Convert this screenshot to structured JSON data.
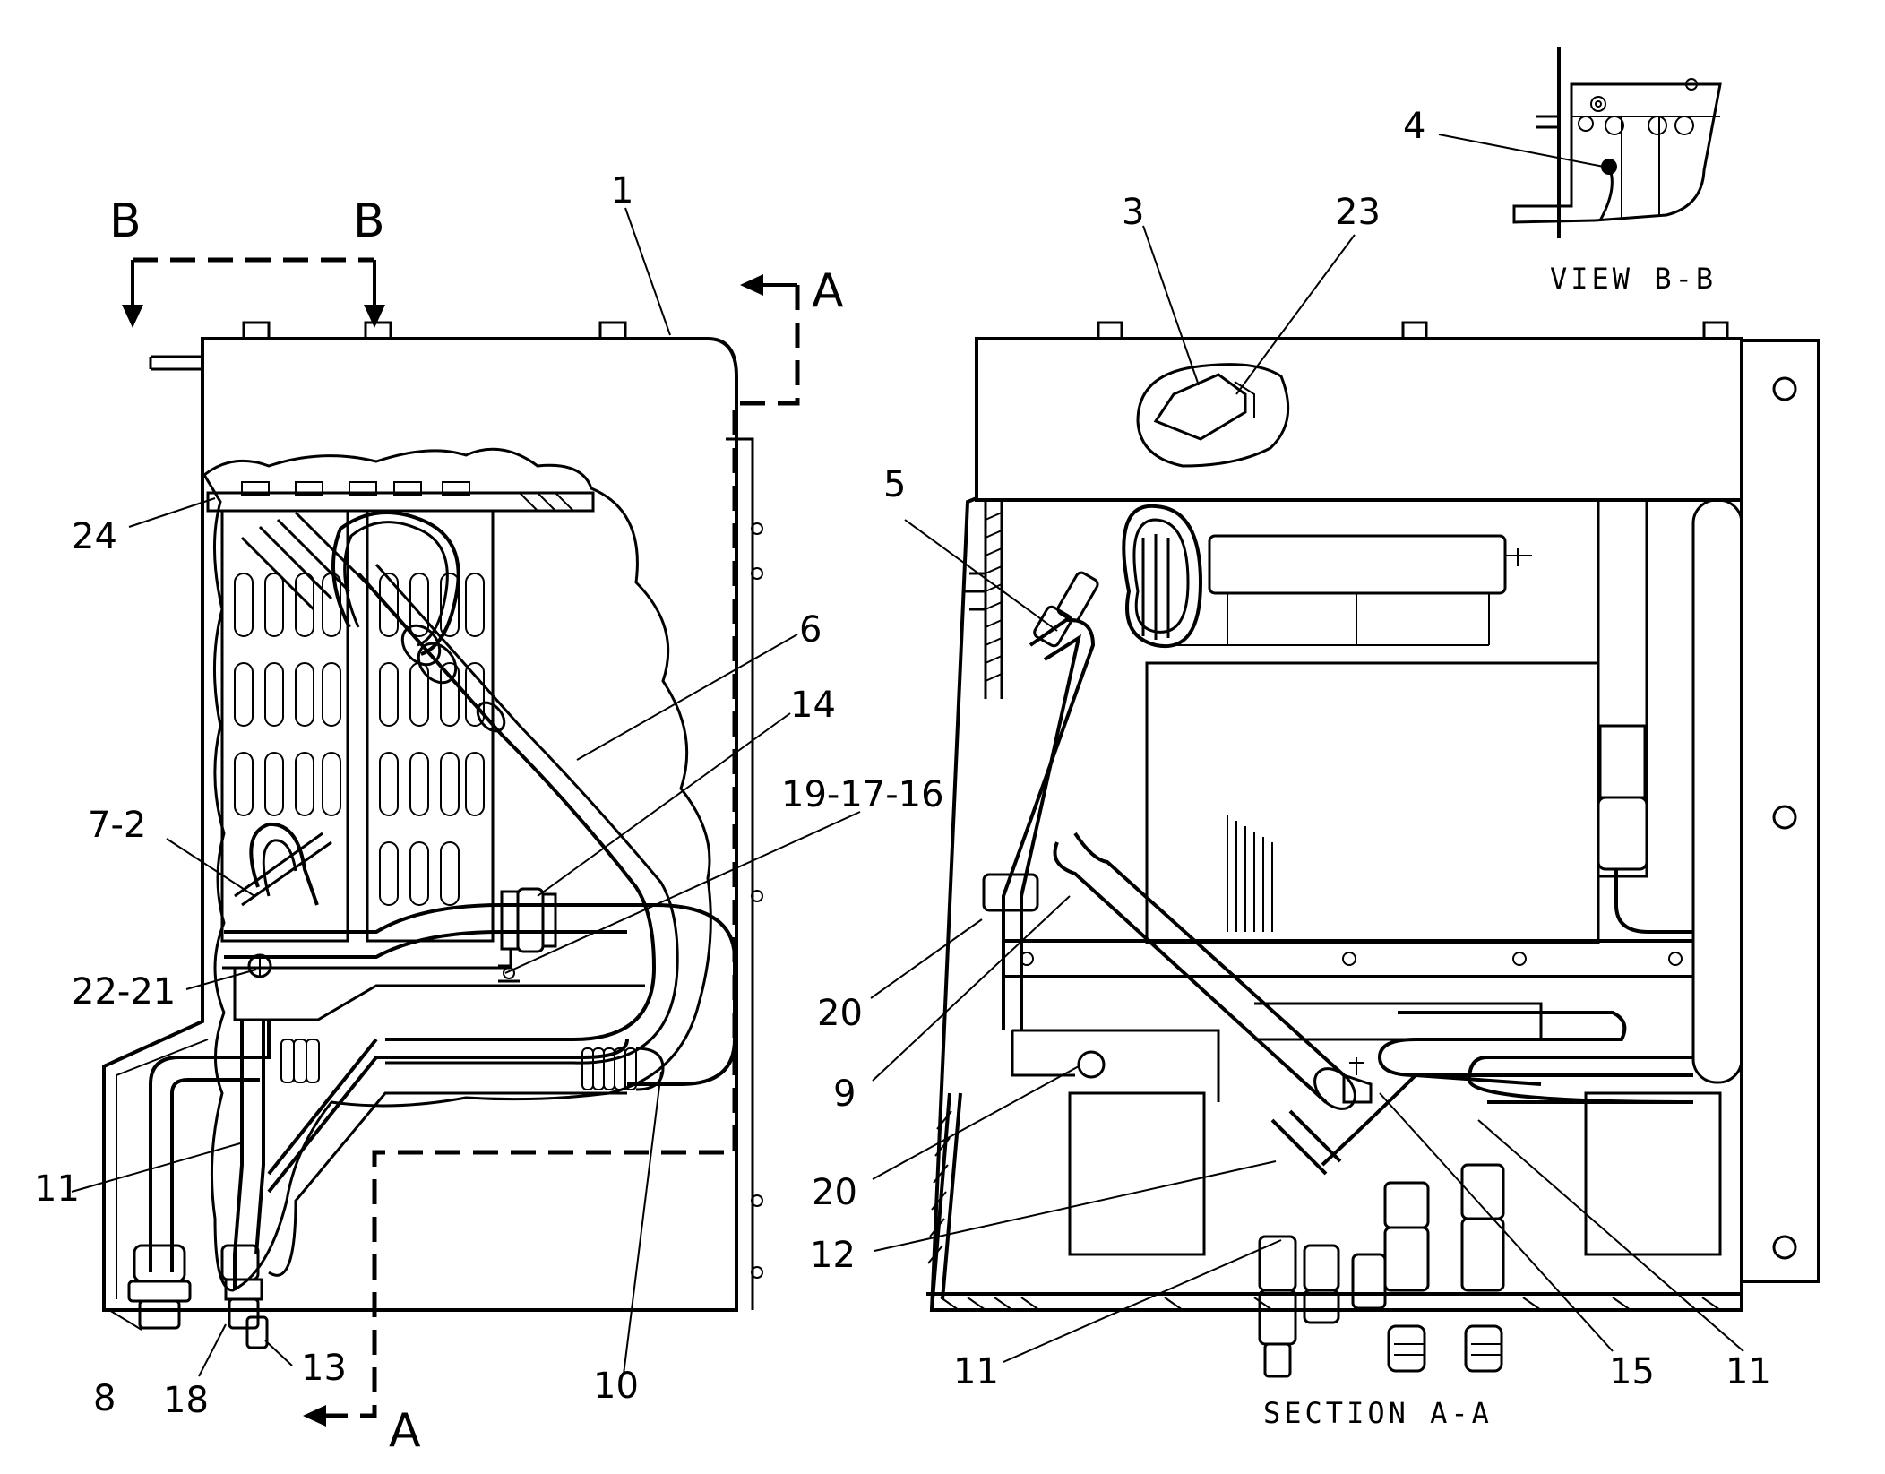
{
  "section_marks": {
    "b_left": "B",
    "b_right": "B",
    "a_top": "A",
    "a_bottom": "A"
  },
  "captions": {
    "view_bb": "VIEW B-B",
    "section_aa": "SECTION A-A"
  },
  "callouts_left": [
    "1",
    "24",
    "6",
    "14",
    "19-17-16",
    "7-2",
    "22-21",
    "11",
    "8",
    "18",
    "13",
    "10"
  ],
  "callouts_right": [
    "3",
    "23",
    "4",
    "5",
    "20",
    "9",
    "20",
    "12",
    "11",
    "15",
    "11"
  ]
}
